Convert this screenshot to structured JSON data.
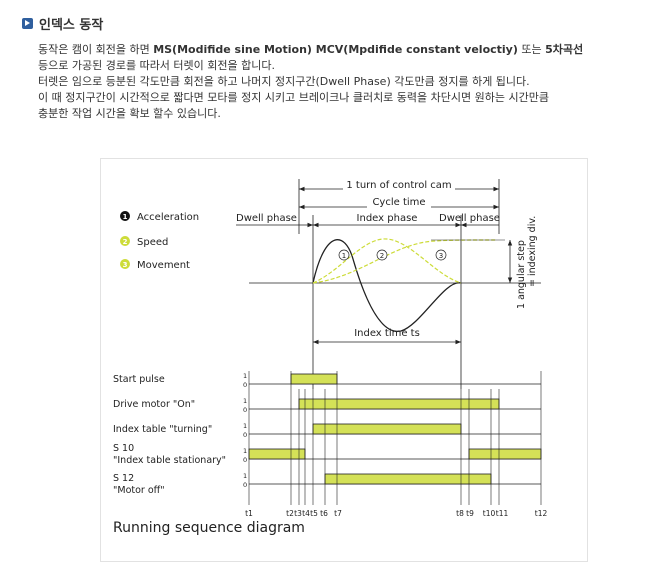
{
  "section": {
    "title": "인덱스 동작"
  },
  "description": {
    "line1_a": "동작은 캠이 회전을 하면 ",
    "line1_b": "MS(Modifide sine Motion) MCV(Mpdifide constant veloctiy)",
    "line1_c": " 또는 ",
    "line1_d": "5차곡선",
    "line2": "등으로 가공된 경로를 따라서 터렛이 회전을 합니다.",
    "line3": "터렛은 임으로 등분된 각도만큼 회전을 하고 나머지 정지구간(Dwell Phase) 각도만큼 정지를 하게 됩니다.",
    "line4": "이 때 정지구간이 시간적으로 짧다면 모타를 정지 시키고 브레이크나 클러치로 동력을 차단시면 원하는 시간만큼",
    "line5": "충분한 작업 시간을 확보 할수 있습니다."
  },
  "diagram": {
    "title": "Running sequence diagram",
    "legend": [
      {
        "num": "1",
        "label": "Acceleration"
      },
      {
        "num": "2",
        "label": "Speed"
      },
      {
        "num": "3",
        "label": "Movement"
      }
    ],
    "labels": {
      "turn": "1 turn of control cam",
      "cycle": "Cycle time",
      "dwell_left": "Dwell phase",
      "index_phase": "Index phase",
      "dwell_right": "Dwell phase",
      "index_time": "Index time ts",
      "angular_step": "1 angular step",
      "indexing_div": "= indexing div.",
      "curve1": "1",
      "curve2": "2",
      "curve3": "3"
    },
    "signals": [
      {
        "label1": "Start pulse",
        "label2": "",
        "one": "1",
        "zero": "0"
      },
      {
        "label1": "Drive motor \"On\"",
        "label2": "",
        "one": "1",
        "zero": "0"
      },
      {
        "label1": "Index table \"turning\"",
        "label2": "",
        "one": "1",
        "zero": "0"
      },
      {
        "label1": "S 10",
        "label2": "\"Index table stationary\"",
        "one": "1",
        "zero": "0"
      },
      {
        "label1": "S 12",
        "label2": "\"Motor off\"",
        "one": "1",
        "zero": "0"
      }
    ],
    "time_labels": [
      "t1",
      "t2",
      "t3",
      "t4",
      "t5",
      "t6",
      "t7",
      "t8",
      "t9",
      "t10",
      "t11",
      "t12"
    ],
    "colors": {
      "accent": "#d4e157",
      "legend_yellow": "#cddc39",
      "line": "#222222",
      "header_icon": "#2f5f9e"
    }
  }
}
